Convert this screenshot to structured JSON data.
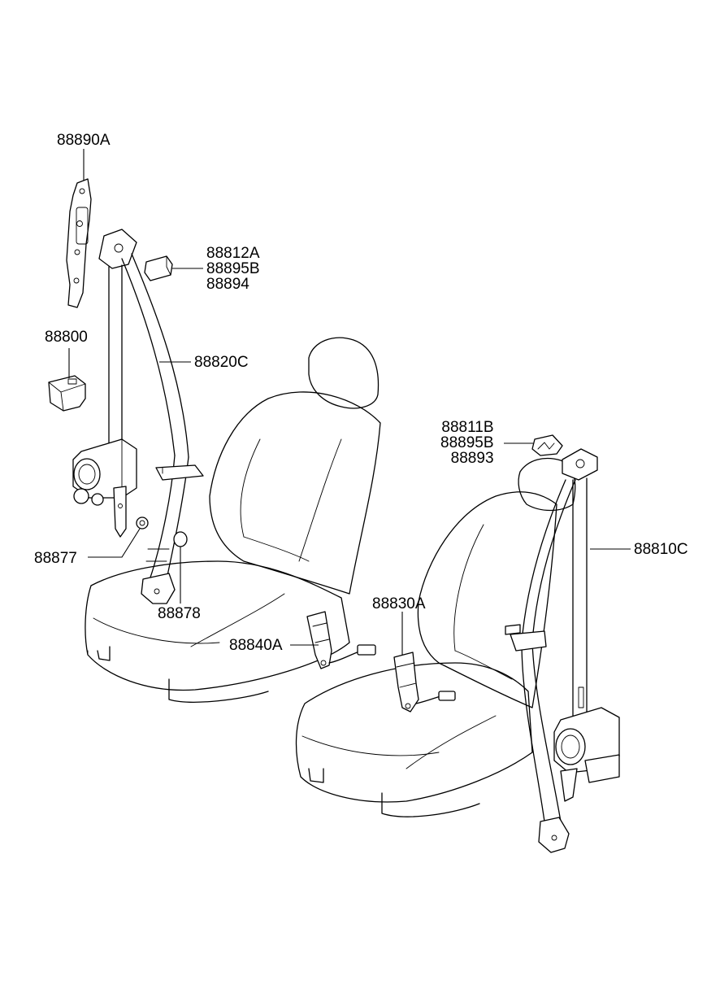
{
  "callouts": {
    "c88890A": "88890A",
    "c88812A_group": [
      "88812A",
      "88895B",
      "88894"
    ],
    "c88800": "88800",
    "c88820C": "88820C",
    "c88877": "88877",
    "c88878": "88878",
    "c88811B_group": [
      "88811B",
      "88895B",
      "88893"
    ],
    "c88810C": "88810C",
    "c88830A": "88830A",
    "c88840A": "88840A"
  }
}
